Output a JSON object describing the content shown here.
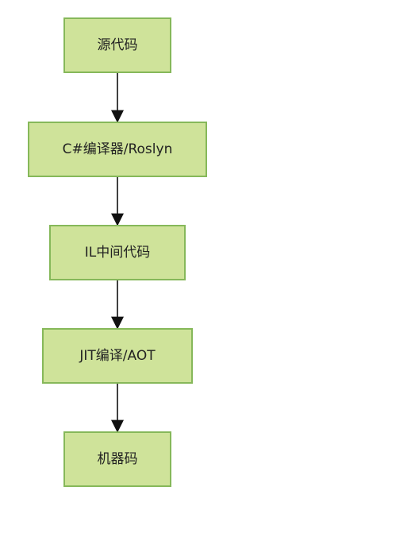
{
  "diagram": {
    "nodes": [
      {
        "label": "源代码"
      },
      {
        "label": "C#编译器/Roslyn"
      },
      {
        "label": "IL中间代码"
      },
      {
        "label": "JIT编译/AOT"
      },
      {
        "label": "机器码"
      }
    ],
    "edges": [
      {
        "from": 0,
        "to": 1
      },
      {
        "from": 1,
        "to": 2
      },
      {
        "from": 2,
        "to": 3
      },
      {
        "from": 3,
        "to": 4
      }
    ]
  },
  "colors": {
    "node_fill": "#cfe39a",
    "node_border": "#86b85a",
    "edge": "#111111",
    "text": "#222222"
  }
}
